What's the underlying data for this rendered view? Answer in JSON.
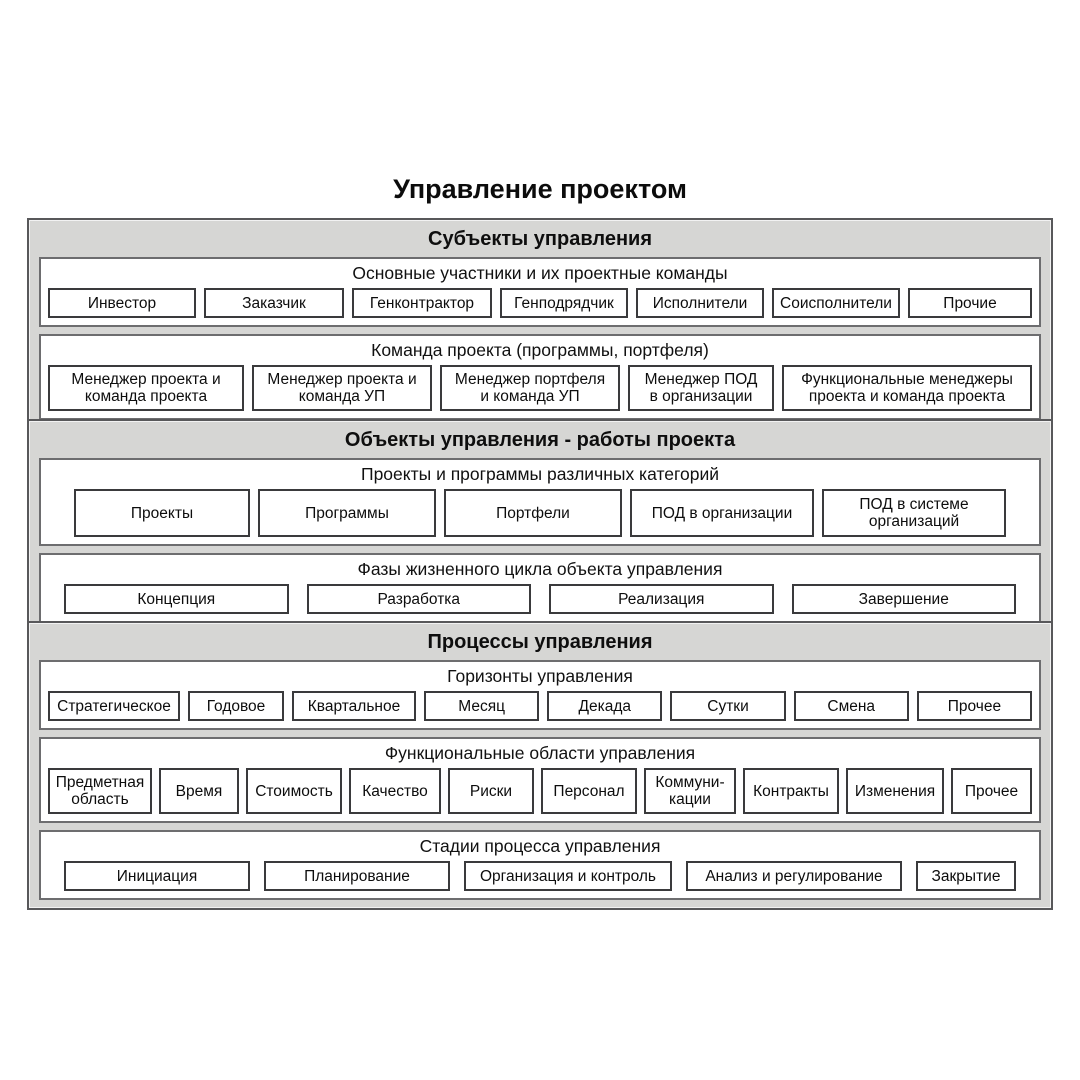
{
  "diagram": {
    "title": "Управление проектом",
    "sections": [
      {
        "id": "subjects",
        "title": "Субъекты управления",
        "groups": [
          {
            "id": "main-participants",
            "title": "Основные участники и их проектные команды",
            "items": [
              "Инвестор",
              "Заказчик",
              "Генконтрактор",
              "Генподрядчик",
              "Исполнители",
              "Соисполнители",
              "Прочие"
            ]
          },
          {
            "id": "project-team",
            "title": "Команда проекта (программы, портфеля)",
            "items": [
              "Менеджер проекта и\nкоманда проекта",
              "Менеджер проекта и\nкоманда УП",
              "Менеджер портфеля\nи команда УП",
              "Менеджер ПОД\nв организации",
              "Функциональные менеджеры\nпроекта и команда проекта"
            ]
          }
        ]
      },
      {
        "id": "objects",
        "title": "Объекты управления - работы проекта",
        "groups": [
          {
            "id": "projects-programs",
            "title": "Проекты и программы различных категорий",
            "items": [
              "Проекты",
              "Программы",
              "Портфели",
              "ПОД в организации",
              "ПОД в системе\nорганизаций"
            ]
          },
          {
            "id": "lifecycle-phases",
            "title": "Фазы жизненного цикла объекта управления",
            "items": [
              "Концепция",
              "Разработка",
              "Реализация",
              "Завершение"
            ]
          }
        ]
      },
      {
        "id": "processes",
        "title": "Процессы управления",
        "groups": [
          {
            "id": "horizons",
            "title": "Горизонты управления",
            "items": [
              "Стратегическое",
              "Годовое",
              "Квартальное",
              "Месяц",
              "Декада",
              "Сутки",
              "Смена",
              "Прочее"
            ]
          },
          {
            "id": "functional-areas",
            "title": "Функциональные области управления",
            "items": [
              "Предметная\nобласть",
              "Время",
              "Стоимость",
              "Качество",
              "Риски",
              "Персонал",
              "Коммуни-\nкации",
              "Контракты",
              "Изменения",
              "Прочее"
            ]
          },
          {
            "id": "process-stages",
            "title": "Стадии процесса управления",
            "items": [
              "Инициация",
              "Планирование",
              "Организация и контроль",
              "Анализ и регулирование",
              "Закрытие"
            ]
          }
        ]
      }
    ]
  },
  "colors": {
    "panel_background": "#d6d6d4",
    "panel_border": "#58585a",
    "group_background": "#ffffff",
    "group_border": "#6d6d6f",
    "cell_border": "#3a3a3c",
    "text": "#0d0d0d",
    "page_background": "#ffffff"
  }
}
